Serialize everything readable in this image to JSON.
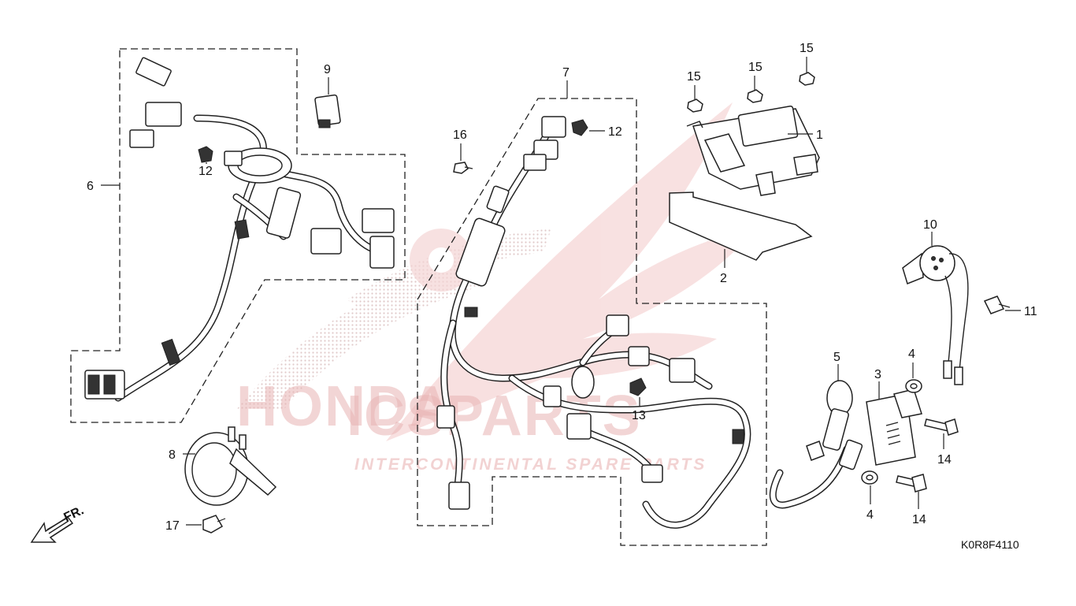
{
  "diagram": {
    "code": "K0R8F4110",
    "front_label": "FR.",
    "watermark": {
      "brand": "ICSPARTS",
      "tagline": "INTERCONTINENTAL SPARE PARTS",
      "ghost": "HONDA"
    },
    "callouts": [
      {
        "id": "c1",
        "text": "1"
      },
      {
        "id": "c2",
        "text": "2"
      },
      {
        "id": "c3",
        "text": "3"
      },
      {
        "id": "c4a",
        "text": "4"
      },
      {
        "id": "c4b",
        "text": "4"
      },
      {
        "id": "c5",
        "text": "5"
      },
      {
        "id": "c6",
        "text": "6"
      },
      {
        "id": "c7",
        "text": "7"
      },
      {
        "id": "c8",
        "text": "8"
      },
      {
        "id": "c9",
        "text": "9"
      },
      {
        "id": "c10",
        "text": "10"
      },
      {
        "id": "c11",
        "text": "11"
      },
      {
        "id": "c12a",
        "text": "12"
      },
      {
        "id": "c12b",
        "text": "12"
      },
      {
        "id": "c13",
        "text": "13"
      },
      {
        "id": "c14a",
        "text": "14"
      },
      {
        "id": "c14b",
        "text": "14"
      },
      {
        "id": "c15a",
        "text": "15"
      },
      {
        "id": "c15b",
        "text": "15"
      },
      {
        "id": "c15c",
        "text": "15"
      },
      {
        "id": "c16",
        "text": "16"
      },
      {
        "id": "c17",
        "text": "17"
      }
    ]
  }
}
